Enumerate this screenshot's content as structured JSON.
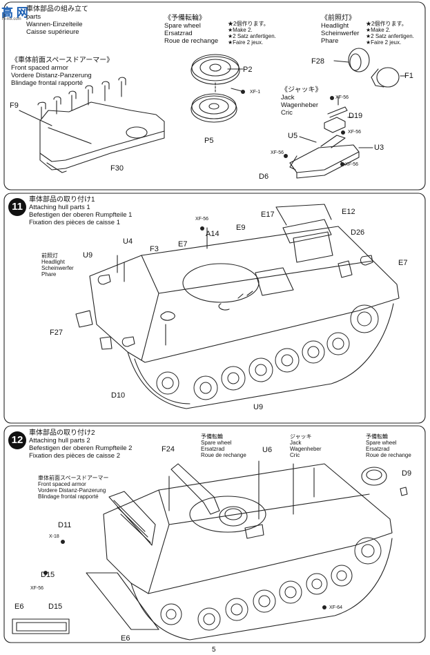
{
  "watermark": {
    "text": "高 网",
    "subtext": "hi-mx.com"
  },
  "page_number": "5",
  "top": {
    "hull_parts": {
      "jp": "車体部品の組み立て",
      "lines": [
        "parts",
        "Wannen-Einzelteile",
        "Caisse supérieure"
      ]
    },
    "spare_wheel": {
      "jp": "《予備転輪》",
      "lines": [
        "Spare wheel",
        "Ersatzrad",
        "Roue de rechange"
      ],
      "notes": [
        "★2個作ります。",
        "★Make 2.",
        "★2 Satz anfertigen.",
        "★Faire 2 jeux."
      ]
    },
    "headlight": {
      "jp": "《前照灯》",
      "lines": [
        "Headlight",
        "Scheinwerfer",
        "Phare"
      ],
      "notes": [
        "★2個作ります。",
        "★Make 2.",
        "★2 Satz anfertigen.",
        "★Faire 2 jeux."
      ]
    },
    "front_armor": {
      "jp": "《車体前面スペースドアーマー》",
      "lines": [
        "Front spaced armor",
        "Vordere Distanz-Panzerung",
        "Blindage frontal rapporté"
      ]
    },
    "jack": {
      "jp": "《ジャッキ》",
      "lines": [
        "Jack",
        "Wagenheber",
        "Cric"
      ]
    },
    "labels": {
      "F9": "F9",
      "F30": "F30",
      "P2": "P2",
      "P5": "P5",
      "XF1": "XF-1",
      "F28": "F28",
      "F1": "F1",
      "XF56a": "XF-56",
      "D19": "D19",
      "XF56b": "XF-56",
      "U5": "U5",
      "U3": "U3",
      "XF56c": "XF-56",
      "XF56d": "XF-56",
      "D6": "D6"
    }
  },
  "step11": {
    "number": "11",
    "jp": "車体部品の取り付け1",
    "lines": [
      "Attaching hull parts 1",
      "Befestigen der oberen Rumpfteile 1",
      "Fixation des pièces de caisse 1"
    ],
    "headlight": {
      "jp": "前照灯",
      "lines": [
        "Headlight",
        "Scheinwerfer",
        "Phare"
      ]
    },
    "labels": {
      "XF56": "XF-56",
      "A14": "A14",
      "E17": "E17",
      "E12": "E12",
      "U4": "U4",
      "U9a": "U9",
      "F3": "F3",
      "E7a": "E7",
      "E9": "E9",
      "D26": "D26",
      "E7b": "E7",
      "F27": "F27",
      "D10": "D10",
      "U9b": "U9"
    }
  },
  "step12": {
    "number": "12",
    "jp": "車体部品の取り付け2",
    "lines": [
      "Attaching hull parts 2",
      "Befestigen der oberen Rumpfteile 2",
      "Fixation des pièces de caisse 2"
    ],
    "spare_wheel_1": {
      "jp": "予備転輪",
      "lines": [
        "Spare wheel",
        "Ersatzrad",
        "Roue de rechange"
      ]
    },
    "jack": {
      "jp": "ジャッキ",
      "lines": [
        "Jack",
        "Wagenheber",
        "Cric"
      ]
    },
    "spare_wheel_2": {
      "jp": "予備転輪",
      "lines": [
        "Spare wheel",
        "Ersatzrad",
        "Roue de rechange"
      ]
    },
    "front_armor": {
      "jp": "車体前面スペースドアーマー",
      "lines": [
        "Front spaced armor",
        "Vordere Distanz-Panzerung",
        "Blindage frontal rapporté"
      ]
    },
    "labels": {
      "F24": "F24",
      "U6": "U6",
      "D9": "D9",
      "D11": "D11",
      "X18": "X-18",
      "D15a": "D15",
      "XF56": "XF-56",
      "E6a": "E6",
      "D15b": "D15",
      "E6b": "E6",
      "XF64": "XF-64"
    }
  }
}
